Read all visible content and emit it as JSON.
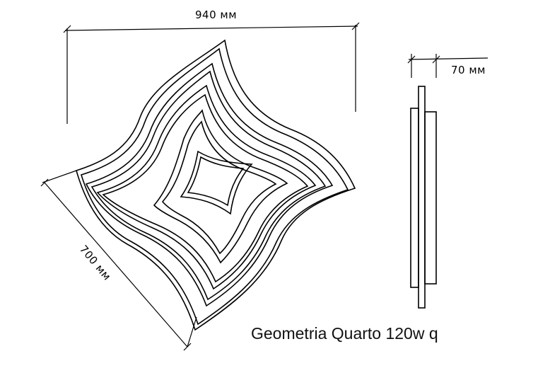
{
  "dimensions": {
    "width_label": "940 мм",
    "depth_label": "700 мм",
    "height_label": "70 мм"
  },
  "caption": "Geometria Quarto 120w q"
}
